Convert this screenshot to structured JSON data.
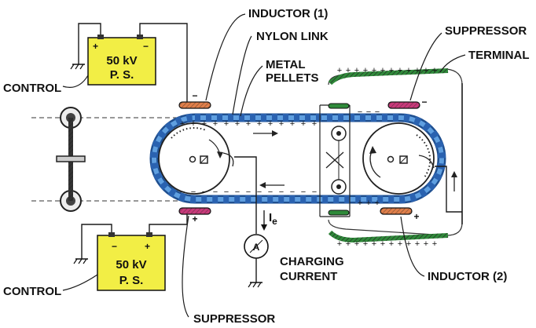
{
  "labels": {
    "inductor1": "INDUCTOR (1)",
    "nylon_link": "NYLON LINK",
    "metal": "METAL",
    "pellets": "PELLETS",
    "suppressor_top": "SUPPRESSOR",
    "terminal": "TERMINAL",
    "control_top": "CONTROL",
    "control_bottom": "CONTROL",
    "charging": "CHARGING",
    "current": "CURRENT",
    "inductor2": "INDUCTOR (2)",
    "suppressor_bottom": "SUPPRESSOR",
    "current_symbol": "I",
    "current_subscript": "e",
    "ammeter": "A"
  },
  "power_supply_top": {
    "line1": "50 kV",
    "line2": "P. S.",
    "plus": "+",
    "minus": "−"
  },
  "power_supply_bottom": {
    "line1": "50 kV",
    "line2": "P. S.",
    "plus": "+",
    "minus": "−"
  },
  "signs": {
    "plus": "+",
    "minus": "−"
  },
  "colors": {
    "belt": "#3f7fc9",
    "belt_dark": "#1f4f8f",
    "power_supply": "#f2ee45",
    "inductor": "#e07f4a",
    "suppressor": "#c83a7a",
    "terminal": "#3aa44a"
  }
}
